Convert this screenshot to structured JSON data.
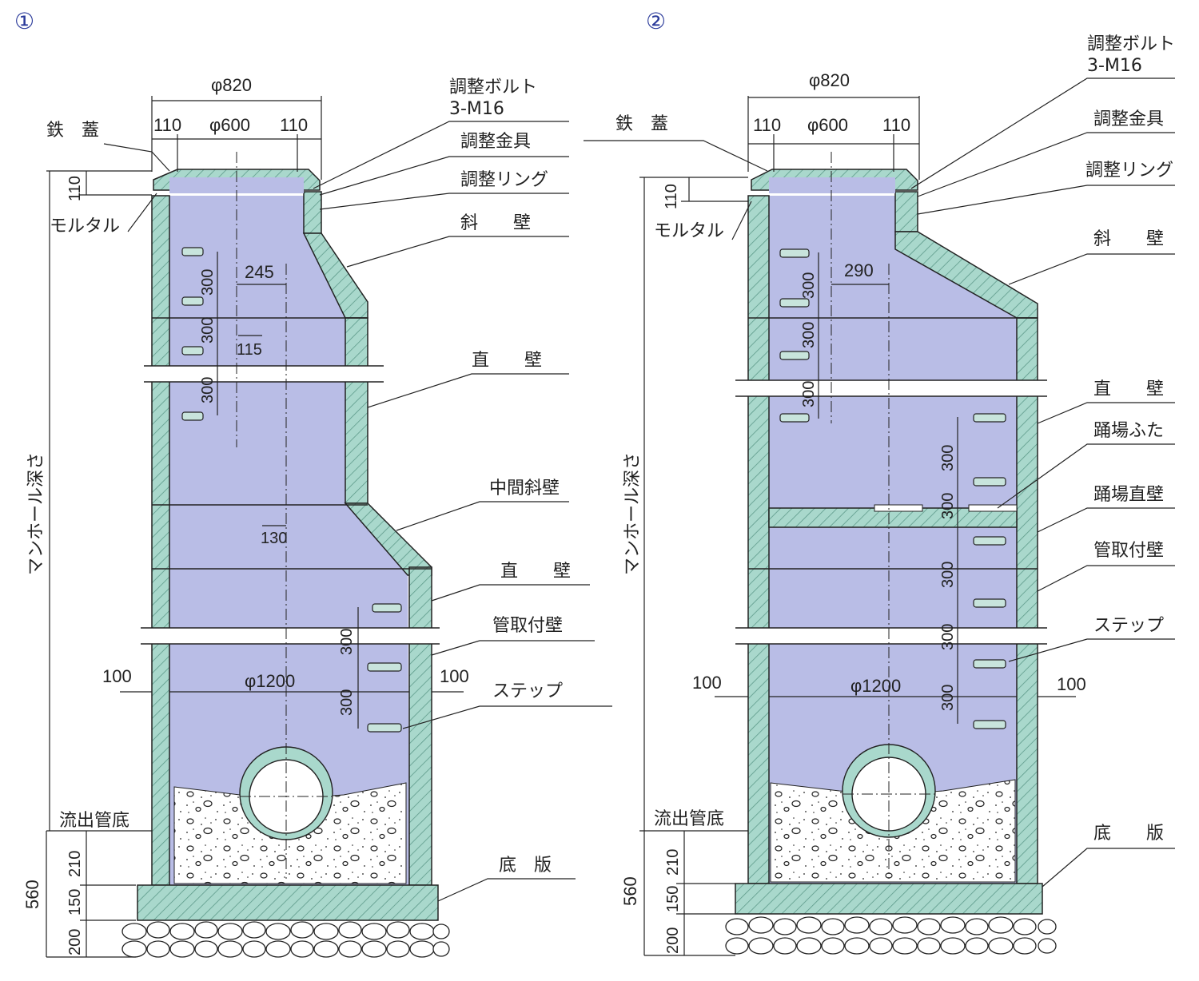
{
  "diagrams": [
    {
      "number": "①",
      "labels": {
        "cover": "鉄　蓋",
        "mortar": "モルタル",
        "bolt_line1": "調整ボルト",
        "bolt_line2": "3-M16",
        "adjust_fitting": "調整金具",
        "adjust_ring": "調整リング",
        "slope_wall": "斜　　壁",
        "straight_wall_1": "直　　壁",
        "mid_slope_wall": "中間斜壁",
        "straight_wall_2": "直　　壁",
        "pipe_wall": "管取付壁",
        "step": "ステップ",
        "outflow_bottom": "流出管底",
        "bottom_slab": "底　版",
        "depth": "マンホール深さ"
      },
      "dims": {
        "d820": "φ820",
        "d600": "φ600",
        "w110a": "110",
        "w110b": "110",
        "h110": "110",
        "s245": "245",
        "s115": "115",
        "s130": "130",
        "st300a": "300",
        "st300b": "300",
        "st300c": "300",
        "st300d": "300",
        "st300e": "300",
        "d1200": "φ1200",
        "t100a": "100",
        "t100b": "100",
        "h560": "560",
        "h210": "210",
        "h150": "150",
        "h200": "200"
      }
    },
    {
      "number": "②",
      "labels": {
        "cover": "鉄　蓋",
        "mortar": "モルタル",
        "bolt_line1": "調整ボルト",
        "bolt_line2": "3-M16",
        "adjust_fitting": "調整金具",
        "adjust_ring": "調整リング",
        "slope_wall": "斜　　壁",
        "straight_wall": "直　　壁",
        "landing_lid": "踊場ふた",
        "landing_wall": "踊場直壁",
        "pipe_wall": "管取付壁",
        "step": "ステップ",
        "outflow_bottom": "流出管底",
        "bottom_slab": "底　　版",
        "depth": "マンホール深さ"
      },
      "dims": {
        "d820": "φ820",
        "d600": "φ600",
        "w110a": "110",
        "w110b": "110",
        "h110": "110",
        "s290": "290",
        "st300a": "300",
        "st300b": "300",
        "st300c": "300",
        "st300d": "300",
        "st300e": "300",
        "st300f": "300",
        "st300g": "300",
        "st300h": "300",
        "d1200": "φ1200",
        "t100a": "100",
        "t100b": "100",
        "h560": "560",
        "h210": "210",
        "h150": "150",
        "h200": "200"
      }
    }
  ],
  "colors": {
    "interior": "#b9bde6",
    "concrete": "#a9d8cc",
    "number": "#2a3a9a"
  }
}
